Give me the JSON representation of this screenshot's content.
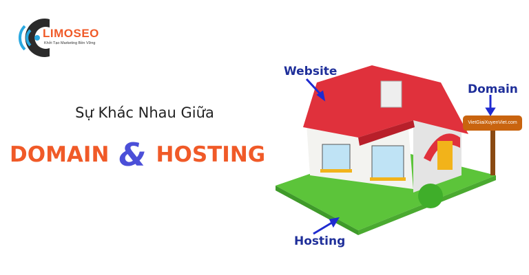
{
  "logo": {
    "brand": "LIMOSEO",
    "tagline": "Khởi Tạo Marketing Bền Vững"
  },
  "heading": {
    "subtitle": "Sự Khác Nhau Giữa",
    "left_word": "DOMAIN",
    "ampersand": "&",
    "right_word": "HOSTING"
  },
  "illustration": {
    "label_website": "Website",
    "label_domain": "Domain",
    "label_hosting": "Hosting",
    "sign_text": "VietGiaiXuyenViet.com"
  },
  "colors": {
    "accent_orange": "#f05a28",
    "ampersand_blue": "#4b4fd8",
    "label_blue": "#1f2f9a",
    "roof_red": "#e0313c",
    "lawn_green": "#5cc43a"
  }
}
